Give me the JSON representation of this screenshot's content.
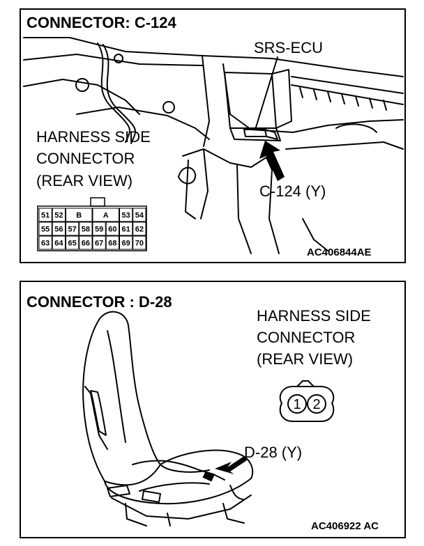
{
  "top_panel": {
    "title": "CONNECTOR: C-124",
    "ecu_label": "SRS-ECU",
    "harness_lines": [
      "HARNESS SIDE",
      "CONNECTOR",
      "(REAR VIEW)"
    ],
    "callout": "C-124 (Y)",
    "code": "AC406844AE",
    "pins_row1": [
      "51",
      "52",
      "B",
      "A",
      "53",
      "54"
    ],
    "pins_row2": [
      "55",
      "56",
      "57",
      "58",
      "59",
      "60",
      "61",
      "62"
    ],
    "pins_row3": [
      "63",
      "64",
      "65",
      "66",
      "67",
      "68",
      "69",
      "70"
    ]
  },
  "bottom_panel": {
    "title": "CONNECTOR : D-28",
    "harness_lines": [
      "HARNESS SIDE",
      "CONNECTOR",
      "(REAR VIEW)"
    ],
    "pins": [
      "1",
      "2"
    ],
    "callout": "D-28 (Y)",
    "code": "AC406922 AC"
  }
}
